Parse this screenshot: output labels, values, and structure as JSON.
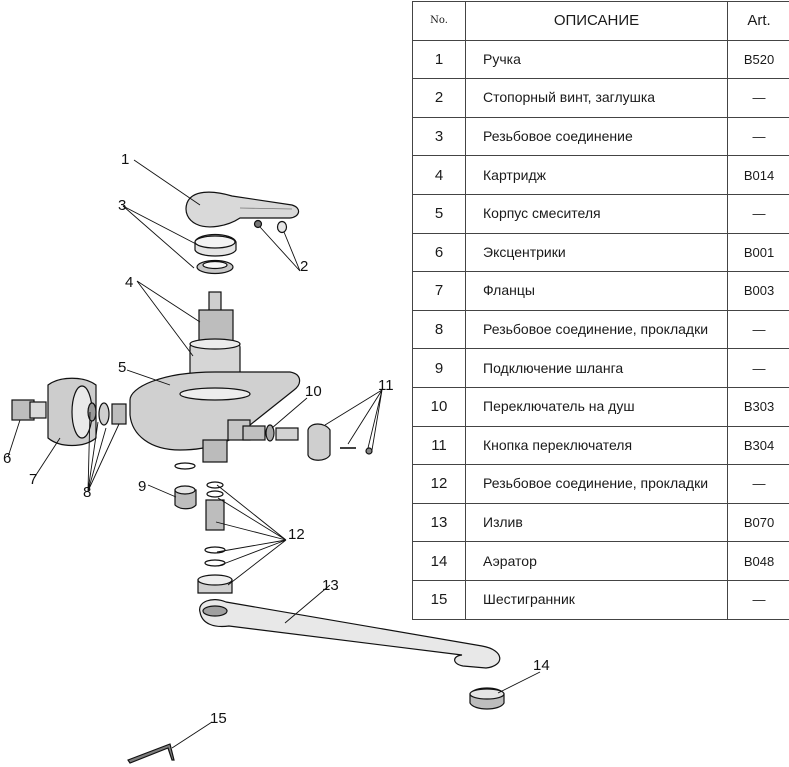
{
  "table": {
    "headers": {
      "no": "No.",
      "description": "ОПИСАНИЕ",
      "art": "Art."
    },
    "rows": [
      {
        "no": "1",
        "description": "Ручка",
        "art": "B520"
      },
      {
        "no": "2",
        "description": "Стопорный винт, заглушка",
        "art": "—"
      },
      {
        "no": "3",
        "description": "Резьбовое соединение",
        "art": "—"
      },
      {
        "no": "4",
        "description": "Картридж",
        "art": "B014"
      },
      {
        "no": "5",
        "description": "Корпус смесителя",
        "art": "—"
      },
      {
        "no": "6",
        "description": "Эксцентрики",
        "art": "B001"
      },
      {
        "no": "7",
        "description": "Фланцы",
        "art": "B003"
      },
      {
        "no": "8",
        "description": "Резьбовое соединение, прокладки",
        "art": "—"
      },
      {
        "no": "9",
        "description": "Подключение шланга",
        "art": "—"
      },
      {
        "no": "10",
        "description": "Переключатель на душ",
        "art": "B303"
      },
      {
        "no": "11",
        "description": "Кнопка переключателя",
        "art": "B304"
      },
      {
        "no": "12",
        "description": "Резьбовое соединение, прокладки",
        "art": "—"
      },
      {
        "no": "13",
        "description": "Излив",
        "art": "B070"
      },
      {
        "no": "14",
        "description": "Аэратор",
        "art": "B048"
      },
      {
        "no": "15",
        "description": "Шестигранник",
        "art": "—"
      }
    ]
  },
  "diagram": {
    "callouts": {
      "c1": "1",
      "c2": "2",
      "c3": "3",
      "c4": "4",
      "c5": "5",
      "c6": "6",
      "c7": "7",
      "c8": "8",
      "c9": "9",
      "c10": "10",
      "c11": "11",
      "c12": "12",
      "c13": "13",
      "c14": "14",
      "c15": "15"
    },
    "part_icons": [
      "handle-icon",
      "screw-plug-icon",
      "threaded-ring-icon",
      "cartridge-icon",
      "mixer-body-icon",
      "eccentric-icon",
      "flange-icon",
      "gasket-icon",
      "hose-connector-icon",
      "diverter-icon",
      "diverter-knob-icon",
      "spout-fitting-icon",
      "spout-icon",
      "aerator-icon",
      "hex-key-icon"
    ]
  }
}
